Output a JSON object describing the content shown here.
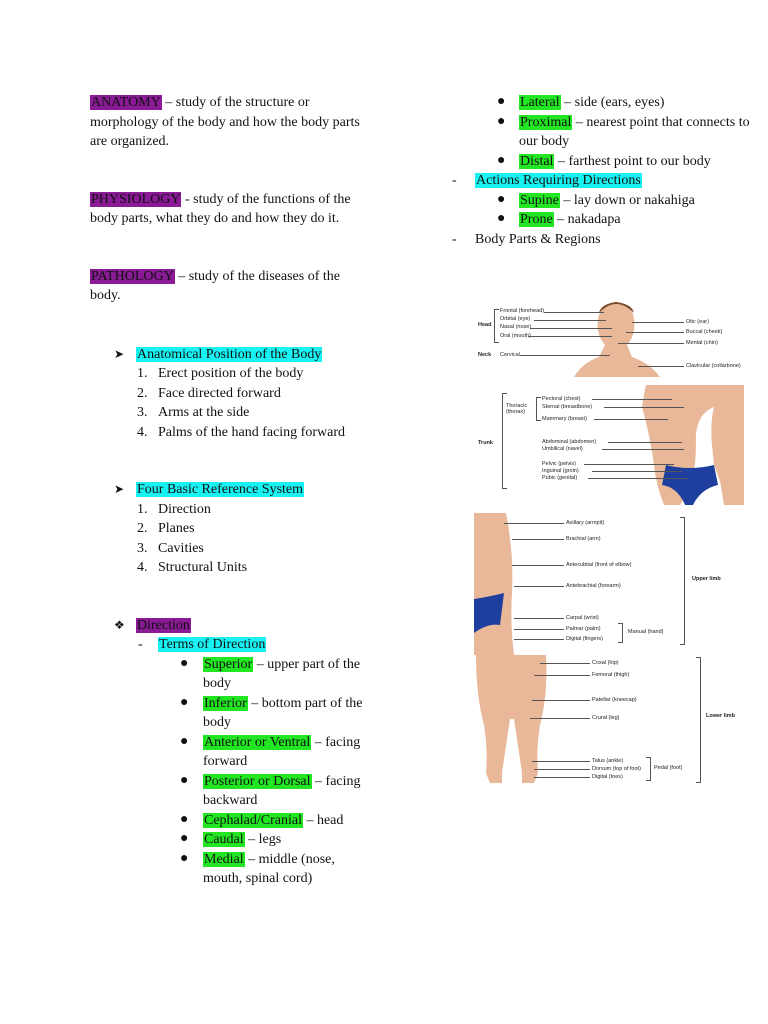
{
  "left": {
    "definitions": [
      {
        "term": "ANATOMY",
        "text": " – study of the structure or morphology of the body and how the body parts are organized."
      },
      {
        "term": "PHYSIOLOGY",
        "text": " - study of the functions of the body parts, what they do and how they do it."
      },
      {
        "term": "PATHOLOGY",
        "text": " – study of the diseases of the body."
      }
    ],
    "anatomical": {
      "heading": "Anatomical Position of the Body",
      "items": [
        "Erect position of the body",
        "Face directed forward",
        "Arms at the side",
        "Palms of the hand facing forward"
      ]
    },
    "reference": {
      "heading": "Four Basic Reference System",
      "items": [
        "Direction",
        "Planes",
        "Cavities",
        "Structural Units"
      ]
    },
    "direction": {
      "heading": "Direction",
      "sub": "Terms of Direction",
      "terms": [
        {
          "term": "Superior",
          "text": " – upper part of the body"
        },
        {
          "term": "Inferior",
          "text": " – bottom part of the body"
        },
        {
          "term": "Anterior or Ventral",
          "text": " – facing forward"
        },
        {
          "term": "Posterior or Dorsal",
          "text": " – facing backward"
        },
        {
          "term": "Cephalad/Cranial",
          "text": " – head"
        },
        {
          "term": "Caudal",
          "text": " – legs"
        },
        {
          "term": "Medial",
          "text": " – middle (nose, mouth, spinal cord)"
        }
      ]
    }
  },
  "right": {
    "terms": [
      {
        "term": "Lateral",
        "text": " – side (ears, eyes)"
      },
      {
        "term": "Proximal",
        "text": " – nearest point that connects to our body"
      },
      {
        "term": "Distal",
        "text": " – farthest point to our body"
      }
    ],
    "actions": {
      "heading": "Actions Requiring Directions",
      "items": [
        {
          "term": "Supine",
          "text": " – lay down or nakahiga"
        },
        {
          "term": "Prone",
          "text": " – nakadapa"
        }
      ]
    },
    "regions_heading": "Body Parts & Regions"
  },
  "figure": {
    "head": {
      "group": "Head",
      "neck": "Neck",
      "left_labels": [
        "Frontal (forehead)",
        "Orbital (eye)",
        "Nasal (nose)",
        "Oral (mouth)",
        "Cervical"
      ],
      "right_labels": [
        "Otic (ear)",
        "Buccal (cheek)",
        "Mental (chin)",
        "Clavicular (collarbone)"
      ]
    },
    "trunk": {
      "group": "Trunk",
      "thoracic": "Thoracic (thorax)",
      "labels": [
        "Pectoral (chest)",
        "Sternal (breastbone)",
        "Mammary (breast)",
        "Abdominal (abdomen)",
        "Umbilical (navel)",
        "Pelvic (pelvis)",
        "Inguinal (groin)",
        "Pubic (genital)"
      ]
    },
    "upper_limb": {
      "group": "Upper limb",
      "manual": "Manual (hand)",
      "labels": [
        "Axillary (armpit)",
        "Brachial (arm)",
        "Antecubital (front of elbow)",
        "Antebrachial (forearm)",
        "Carpal (wrist)",
        "Palmar (palm)",
        "Digital (fingers)"
      ]
    },
    "lower_limb": {
      "group": "Lower limb",
      "pedal": "Pedal (foot)",
      "labels": [
        "Coxal (hip)",
        "Femoral (thigh)",
        "Patellar (kneecap)",
        "Crural (leg)",
        "Talus (ankle)",
        "Dorsum (top of foot)",
        "Digital (toes)"
      ]
    },
    "colors": {
      "skin": "#e8b898",
      "briefs": "#1e3f9e"
    }
  },
  "colors": {
    "purple": "#8a1a96",
    "cyan": "#19f2f2",
    "green": "#22e622"
  }
}
